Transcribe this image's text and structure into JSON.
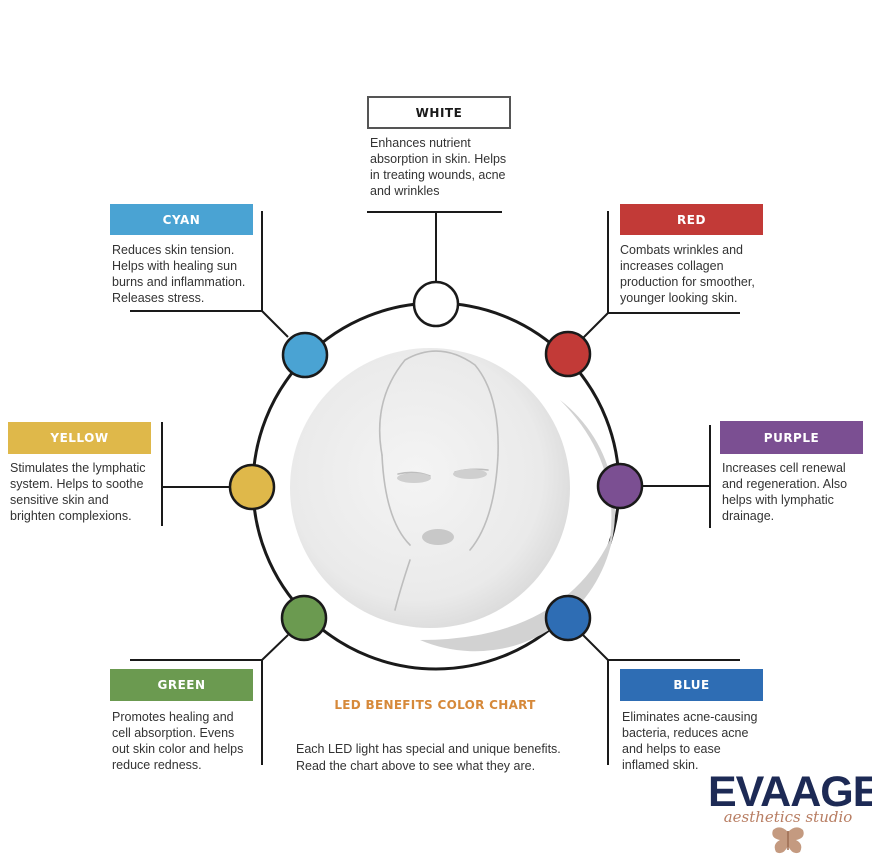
{
  "title": "LED BENEFITS COLOR CHART",
  "caption": "Each LED light has special and unique benefits.\nRead the chart above to see what they are.",
  "lights": [
    {
      "key": "white",
      "label": "WHITE",
      "color": "#ffffff",
      "description": "Enhances nutrient\nabsorption in skin. Helps\nin treating wounds, acne\nand wrinkles"
    },
    {
      "key": "red",
      "label": "RED",
      "color": "#c23a37",
      "description": "Combats wrinkles and\nincreases collagen\nproduction for smoother,\nyounger looking skin."
    },
    {
      "key": "purple",
      "label": "PURPLE",
      "color": "#7b4f92",
      "description": "Increases cell renewal\nand regeneration. Also\nhelps with lymphatic\ndrainage."
    },
    {
      "key": "blue",
      "label": "BLUE",
      "color": "#2e6db4",
      "description": "Eliminates acne-causing\nbacteria, reduces acne\nand helps to ease\ninflamed skin."
    },
    {
      "key": "green",
      "label": "GREEN",
      "color": "#6b9a50",
      "description": "Promotes healing and\ncell absorption. Evens\nout skin color and helps\nreduce redness."
    },
    {
      "key": "yellow",
      "label": "YELLOW",
      "color": "#dfb84a",
      "description": "Stimulates the lymphatic\nsystem. Helps to soothe\nsensitive skin and\nbrighten complexions."
    },
    {
      "key": "cyan",
      "label": "CYAN",
      "color": "#4aa3d3",
      "description": "Reduces skin tension.\nHelps with healing sun\nburns and inflammation.\nReleases stress."
    }
  ],
  "logo": {
    "main": "EVAAGE",
    "sub": "aesthetics studio",
    "main_color": "#1d2a55",
    "accent_color": "#b87d62"
  }
}
